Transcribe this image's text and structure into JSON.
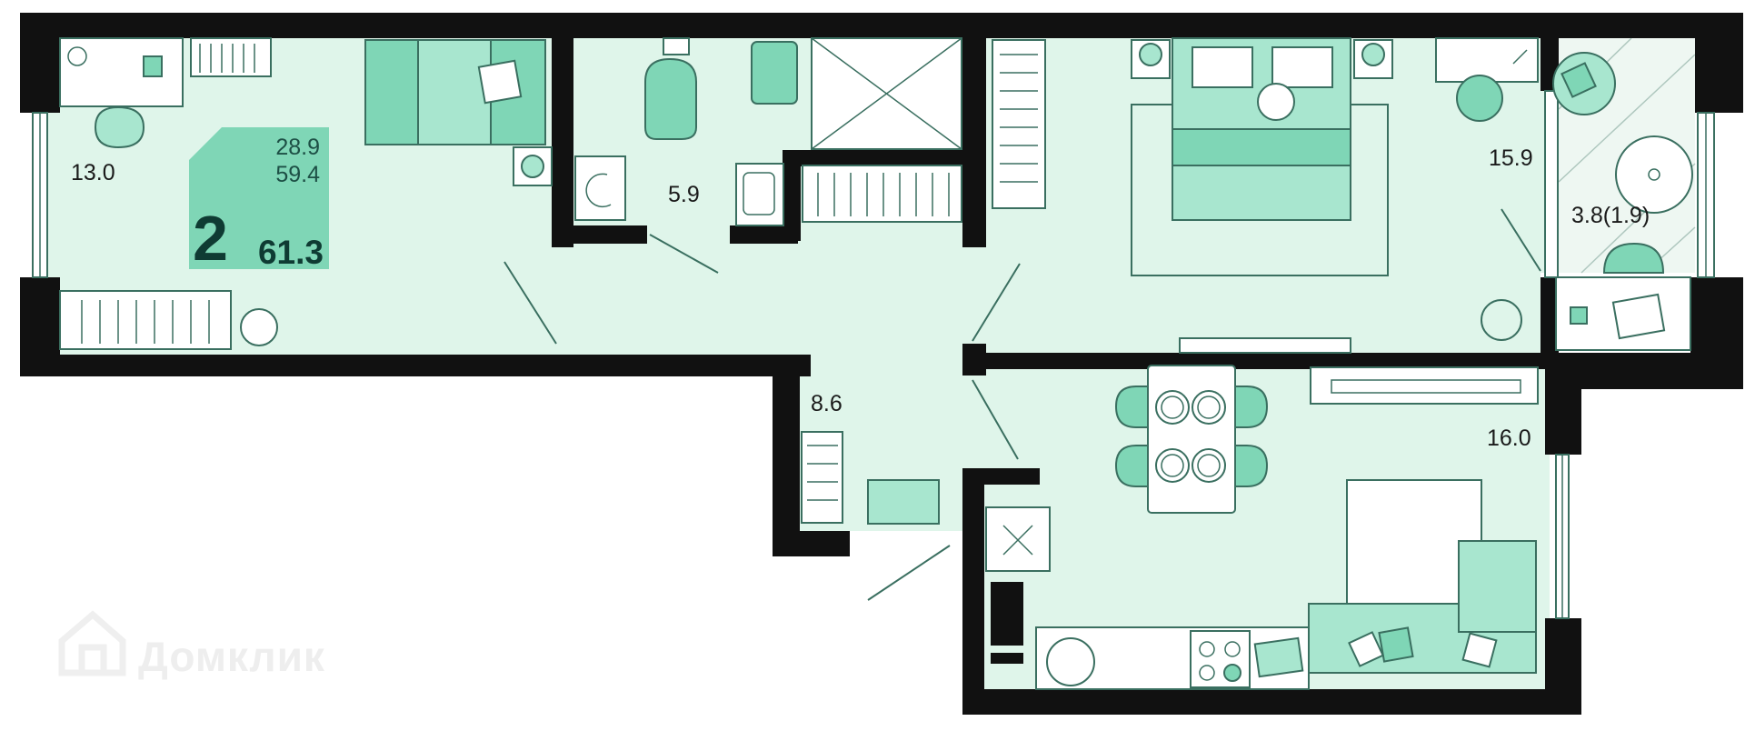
{
  "badge": {
    "living_area": "28.9",
    "kitchen_plus": "59.4",
    "rooms": "2",
    "total_area": "61.3",
    "color": "#7fd6b6"
  },
  "rooms": [
    {
      "id": "bedroom-left",
      "area": "13.0"
    },
    {
      "id": "bathroom",
      "area": "5.9"
    },
    {
      "id": "bedroom-right",
      "area": "15.9"
    },
    {
      "id": "balcony",
      "area": "3.8(1.9)"
    },
    {
      "id": "hallway",
      "area": "8.6"
    },
    {
      "id": "kitchen-living",
      "area": "16.0"
    }
  ],
  "watermark": {
    "text": "Домклик",
    "icon": "house-logo-icon"
  },
  "colors": {
    "floor": "#dff5ea",
    "wall": "#111111",
    "accent": "#7fd6b6",
    "line": "#3a6f60"
  }
}
